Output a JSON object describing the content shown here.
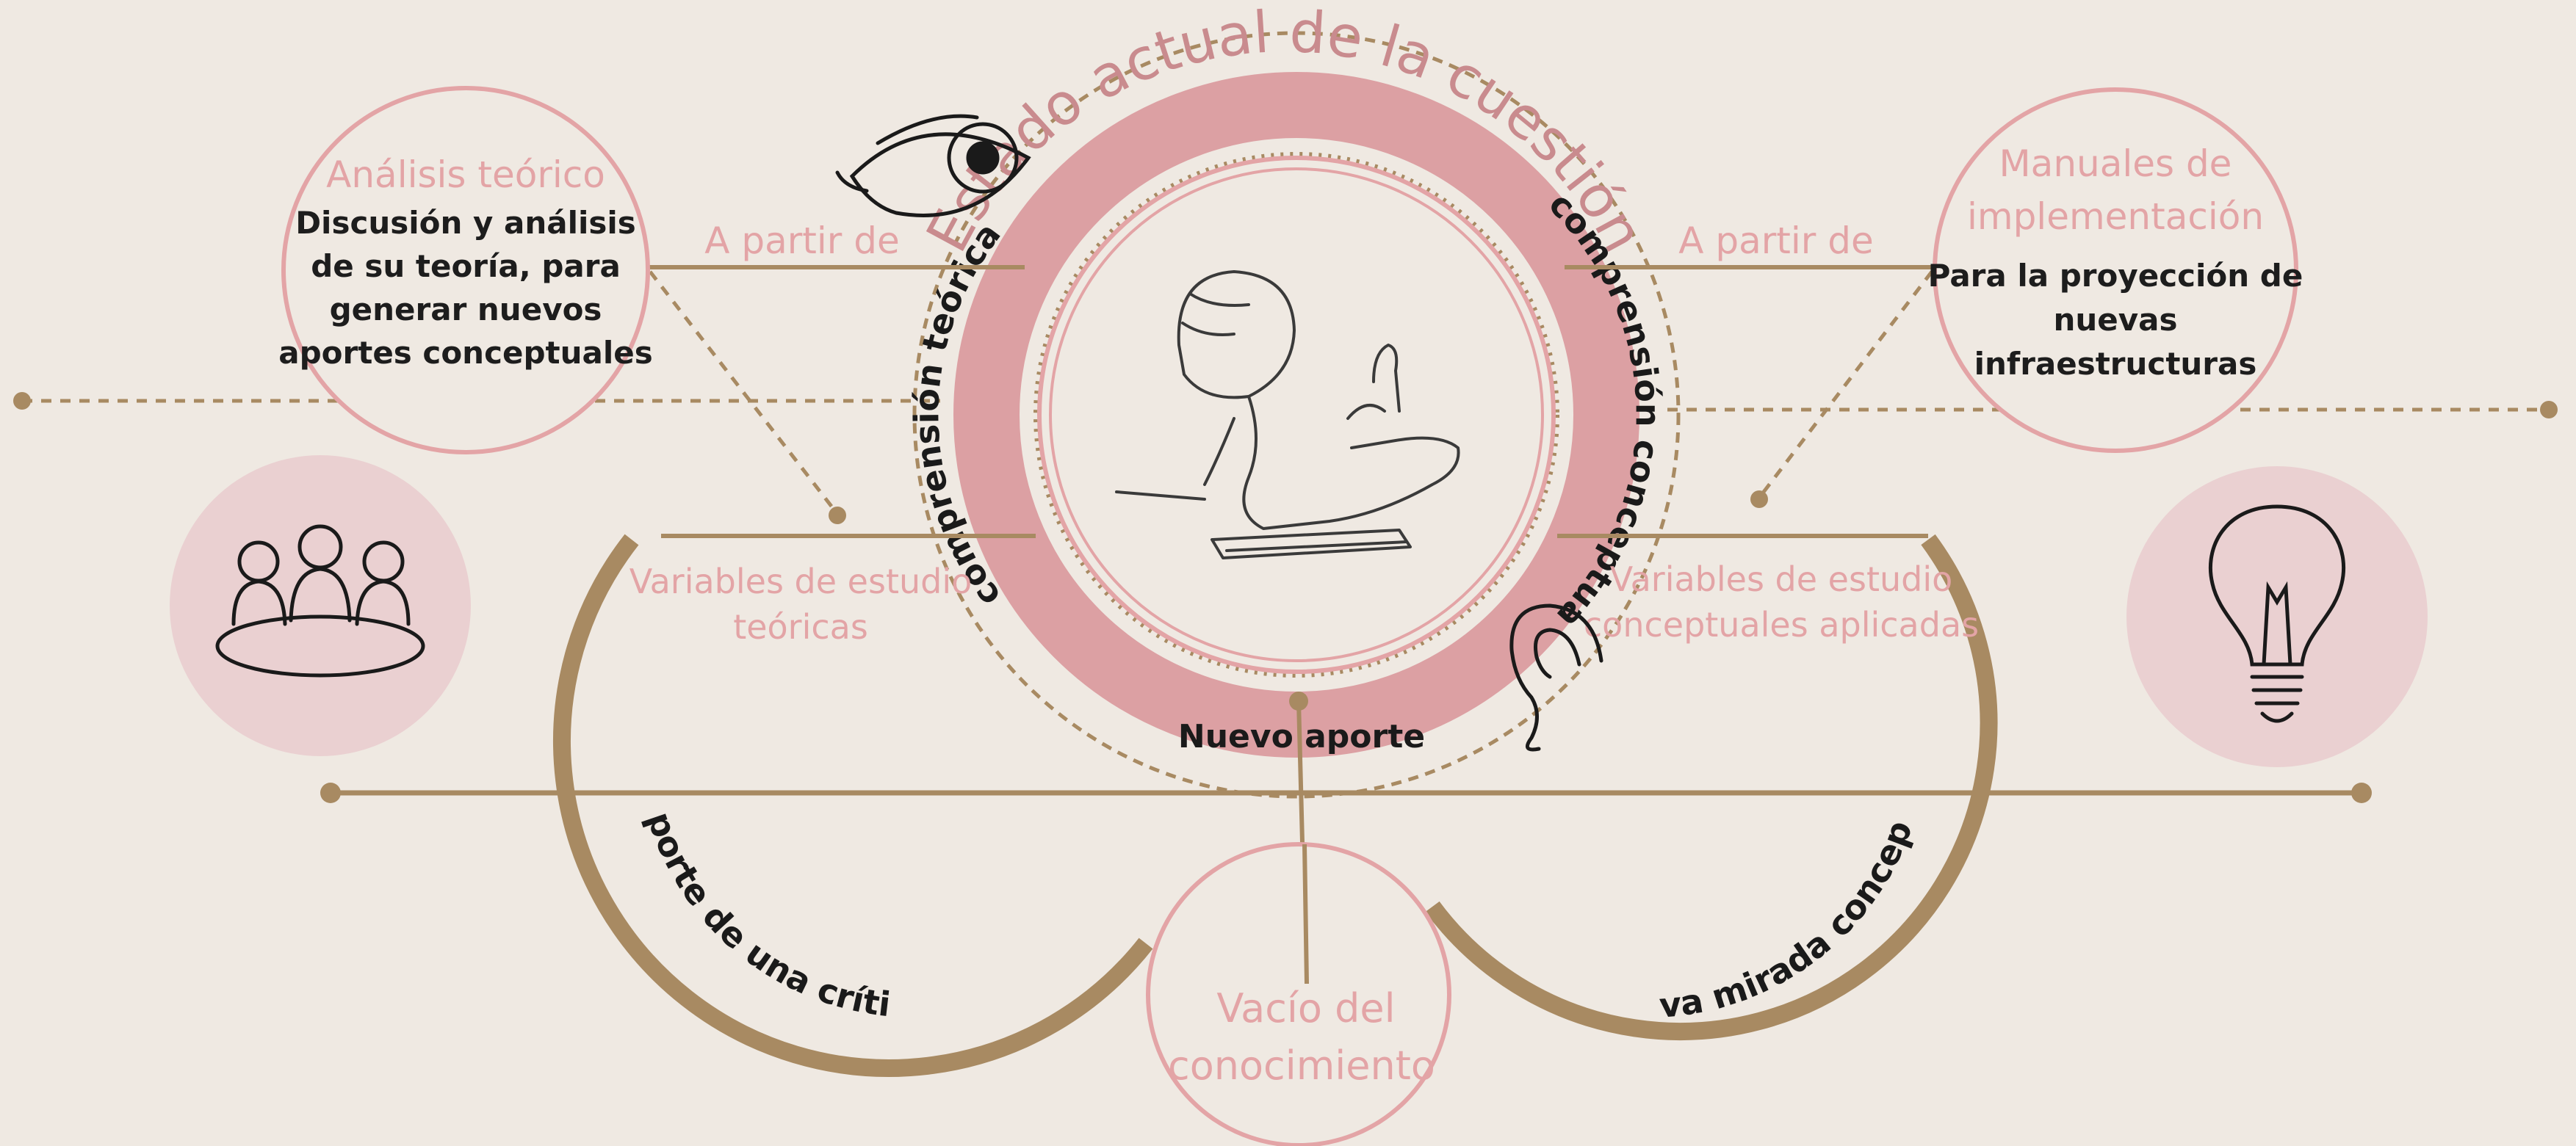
{
  "ring": {
    "title": "Estado actual de la cuestión",
    "left_label": "comprensión teórica",
    "right_label": "comprensión conceptual",
    "bottom_label": "Nuevo aporte"
  },
  "left_node": {
    "title": "Análisis teórico",
    "lines": [
      "Discusión y análisis",
      "de su teoría, para",
      "generar nuevos",
      "aportes conceptuales"
    ]
  },
  "right_node": {
    "title_lines": [
      "Manuales de",
      "implementación"
    ],
    "lines": [
      "Para la proyección de",
      "nuevas",
      "infraestructuras"
    ]
  },
  "connectors": {
    "left_from": "A partir de",
    "right_from": "A partir de"
  },
  "variables": {
    "left_lines": [
      "Variables de estudio",
      "teóricas"
    ],
    "right_lines": [
      "Variables de estudio",
      "conceptuales aplicadas"
    ]
  },
  "arcs": {
    "left_label": "Aporte de una crítica",
    "right_label": "Nueva mirada conceptual"
  },
  "bottom_node": {
    "lines": [
      "Vacío del",
      "conocimiento"
    ]
  },
  "colors": {
    "background": "#efe9e2",
    "pink": "#e3a4a6",
    "ring_pink": "#dca0a3",
    "brown": "#a88a62",
    "light_pink_fill": "#ead0d1"
  },
  "icons": [
    "eye-icon",
    "ear-icon",
    "team-meeting-icon",
    "light-bulb-icon",
    "child-reading-illustration"
  ]
}
